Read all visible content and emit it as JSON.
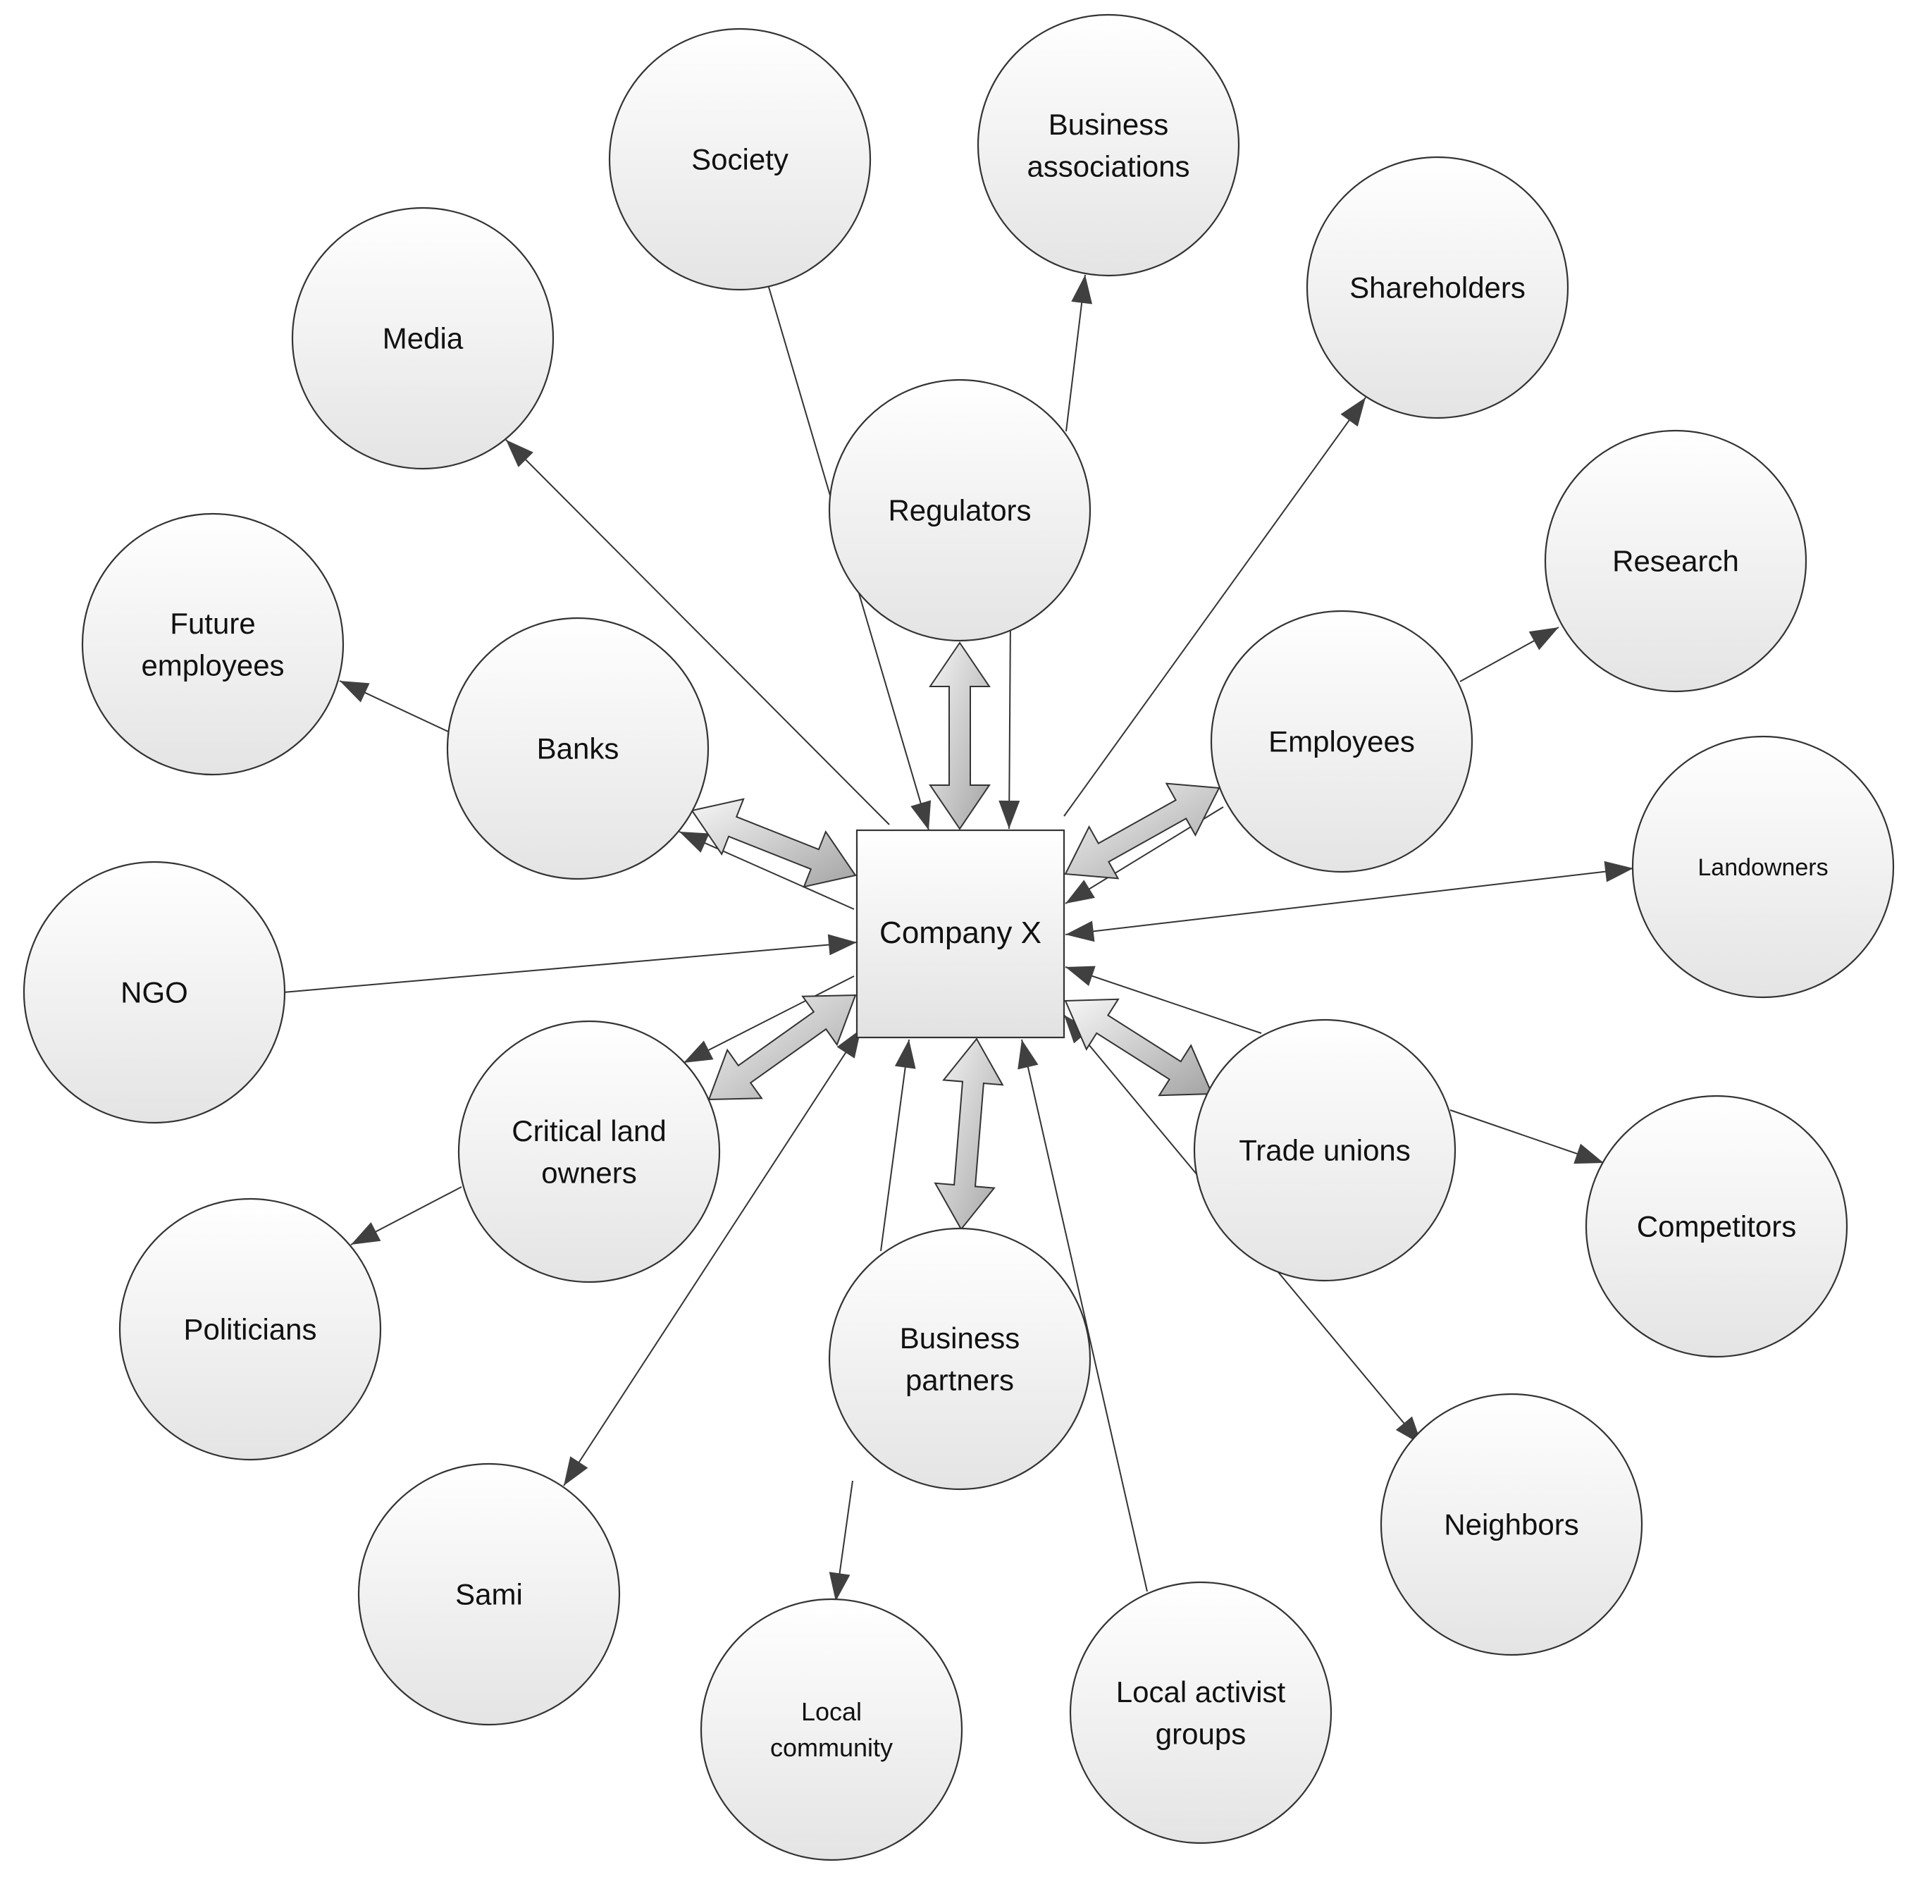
{
  "center": {
    "label": "Company X"
  },
  "nodes": {
    "society": [
      "Society"
    ],
    "business_associations": [
      "Business",
      "associations"
    ],
    "shareholders": [
      "Shareholders"
    ],
    "media": [
      "Media"
    ],
    "regulators": [
      "Regulators"
    ],
    "research": [
      "Research"
    ],
    "future_employees": [
      "Future",
      "employees"
    ],
    "banks": [
      "Banks"
    ],
    "employees": [
      "Employees"
    ],
    "landowners": [
      "Landowners"
    ],
    "ngo": [
      "NGO"
    ],
    "critical_land_owners": [
      "Critical land",
      "owners"
    ],
    "trade_unions": [
      "Trade unions"
    ],
    "competitors": [
      "Competitors"
    ],
    "politicians": [
      "Politicians"
    ],
    "business_partners": [
      "Business",
      "partners"
    ],
    "neighbors": [
      "Neighbors"
    ],
    "sami": [
      "Sami"
    ],
    "local_community": [
      "Local",
      "community"
    ],
    "local_activist_groups": [
      "Local activist",
      "groups"
    ]
  },
  "colors": {
    "outline": "#333333",
    "node_fill_top": "#ffffff",
    "node_fill_bottom": "#e6e6e6",
    "arrow_fill_light": "#f4f4f4",
    "arrow_fill_dark": "#a8a8a8"
  }
}
